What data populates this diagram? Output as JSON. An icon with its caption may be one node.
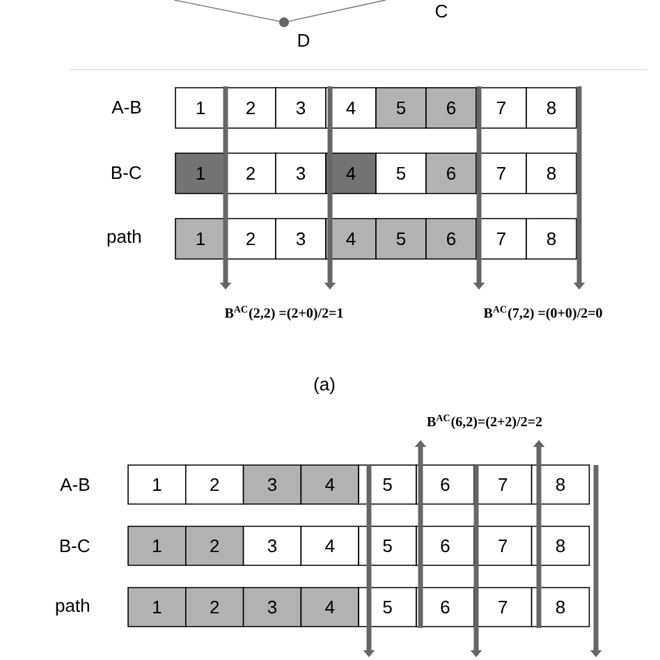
{
  "diagram": {
    "nodes": [
      {
        "text": [
          "1"
        ]
      },
      {
        "text": [
          "2"
        ]
      },
      {
        "text": [
          "3"
        ]
      },
      {
        "text": [
          "4"
        ]
      },
      {
        "text": [
          "5"
        ]
      },
      {
        "text": [
          "6"
        ]
      },
      {
        "text": [
          "7"
        ]
      },
      {
        "text": [
          "8"
        ]
      },
      {
        "text": [
          "1"
        ]
      },
      {
        "text": [
          "2"
        ]
      },
      {
        "text": [
          "3"
        ]
      },
      {
        "text": [
          "4"
        ]
      },
      {
        "text": [
          "5"
        ]
      },
      {
        "text": [
          "6"
        ]
      },
      {
        "text": [
          "7"
        ]
      },
      {
        "text": [
          "8"
        ]
      },
      {
        "text": [
          "1"
        ]
      },
      {
        "text": [
          "2"
        ]
      },
      {
        "text": [
          "3"
        ]
      },
      {
        "text": [
          "4"
        ]
      },
      {
        "text": [
          "5"
        ]
      },
      {
        "text": [
          "6"
        ]
      },
      {
        "text": [
          "7"
        ]
      },
      {
        "text": [
          "8"
        ]
      },
      {
        "text": [
          "1"
        ]
      },
      {
        "text": [
          "2"
        ]
      },
      {
        "text": [
          "3"
        ]
      },
      {
        "text": [
          "4"
        ]
      },
      {
        "text": [
          "5"
        ]
      },
      {
        "text": [
          "6"
        ]
      },
      {
        "text": [
          "7"
        ]
      },
      {
        "text": [
          "8"
        ]
      },
      {
        "text": [
          "1"
        ]
      },
      {
        "text": [
          "2"
        ]
      },
      {
        "text": [
          "3"
        ]
      },
      {
        "text": [
          "4"
        ]
      },
      {
        "text": [
          "5"
        ]
      },
      {
        "text": [
          "6"
        ]
      },
      {
        "text": [
          "7"
        ]
      },
      {
        "text": [
          "8"
        ]
      },
      {
        "text": [
          "1"
        ]
      },
      {
        "text": [
          "2"
        ]
      },
      {
        "text": [
          "3"
        ]
      },
      {
        "text": [
          "4"
        ]
      },
      {
        "text": [
          "5"
        ]
      },
      {
        "text": [
          "6"
        ]
      },
      {
        "text": [
          "7"
        ]
      },
      {
        "text": [
          "8"
        ]
      }
    ],
    "labels": [
      "C",
      "D",
      "A-B",
      "B-C",
      "path",
      "B$^{AC}$(2,2) =(2+0)/2=1",
      "B$^{AC}$(7,2) =(0+0)/2=0",
      "(a)",
      "B$^{AC}$(6,2)=(2+2)/2=2",
      "A-B",
      "B-C",
      "path"
    ]
  }
}
